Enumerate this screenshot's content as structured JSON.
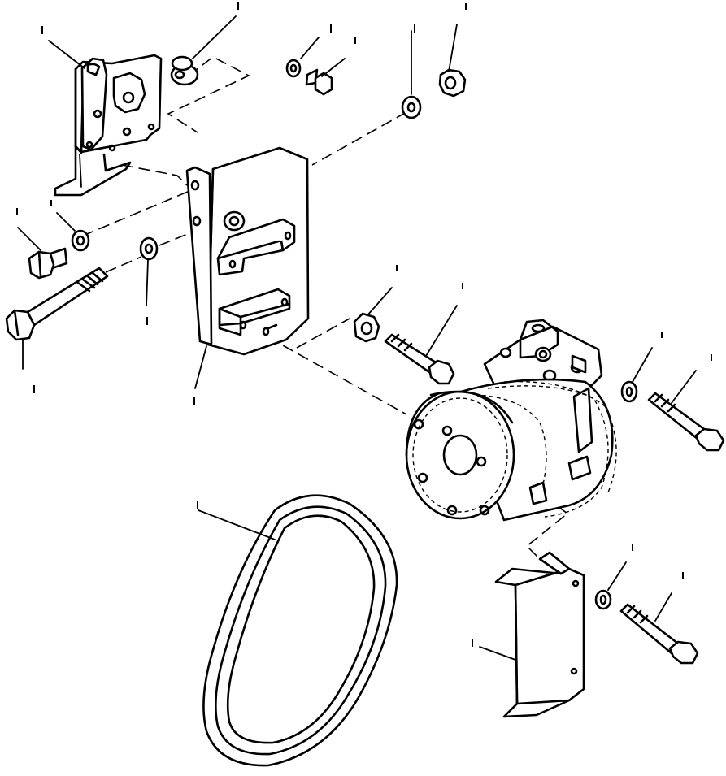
{
  "diagram": {
    "parts": [
      {
        "id": "upper-bracket",
        "icon": "bracket-plate"
      },
      {
        "id": "spacer-nut",
        "icon": "flange-nut"
      },
      {
        "id": "small-washer",
        "icon": "washer"
      },
      {
        "id": "small-bolt",
        "icon": "hex-bolt"
      },
      {
        "id": "lock-washer",
        "icon": "washer"
      },
      {
        "id": "hex-nut",
        "icon": "hex-nut"
      },
      {
        "id": "adjusting-plate",
        "icon": "mounting-plate"
      },
      {
        "id": "left-washer-upper",
        "icon": "washer"
      },
      {
        "id": "left-short-bolt",
        "icon": "hex-bolt"
      },
      {
        "id": "left-long-bolt",
        "icon": "hex-bolt"
      },
      {
        "id": "left-washer-lower",
        "icon": "washer"
      },
      {
        "id": "compressor-nut",
        "icon": "hex-nut"
      },
      {
        "id": "compressor-bolt",
        "icon": "hex-bolt"
      },
      {
        "id": "compressor",
        "icon": "ac-compressor"
      },
      {
        "id": "right-washer-upper",
        "icon": "washer"
      },
      {
        "id": "right-bolt-upper",
        "icon": "hex-bolt"
      },
      {
        "id": "drive-belt",
        "icon": "v-belt"
      },
      {
        "id": "lower-bracket",
        "icon": "bracket-plate"
      },
      {
        "id": "right-washer-lower",
        "icon": "washer"
      },
      {
        "id": "right-bolt-lower",
        "icon": "hex-bolt"
      }
    ]
  }
}
